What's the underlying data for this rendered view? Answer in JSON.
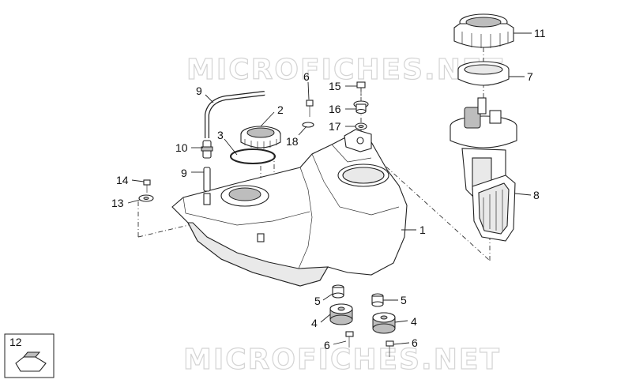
{
  "watermark": {
    "top": "MICROFICHES.NET",
    "bottom": "MICROFICHES.NET"
  },
  "callouts": {
    "c1": "1",
    "c2": "2",
    "c3": "3",
    "c4a": "4",
    "c4b": "4",
    "c5a": "5",
    "c5b": "5",
    "c6a": "6",
    "c6b": "6",
    "c6c": "6",
    "c7": "7",
    "c8": "8",
    "c9a": "9",
    "c9b": "9",
    "c10": "10",
    "c11": "11",
    "c12": "12",
    "c13": "13",
    "c14": "14",
    "c15": "15",
    "c16": "16",
    "c17": "17",
    "c18": "18"
  }
}
